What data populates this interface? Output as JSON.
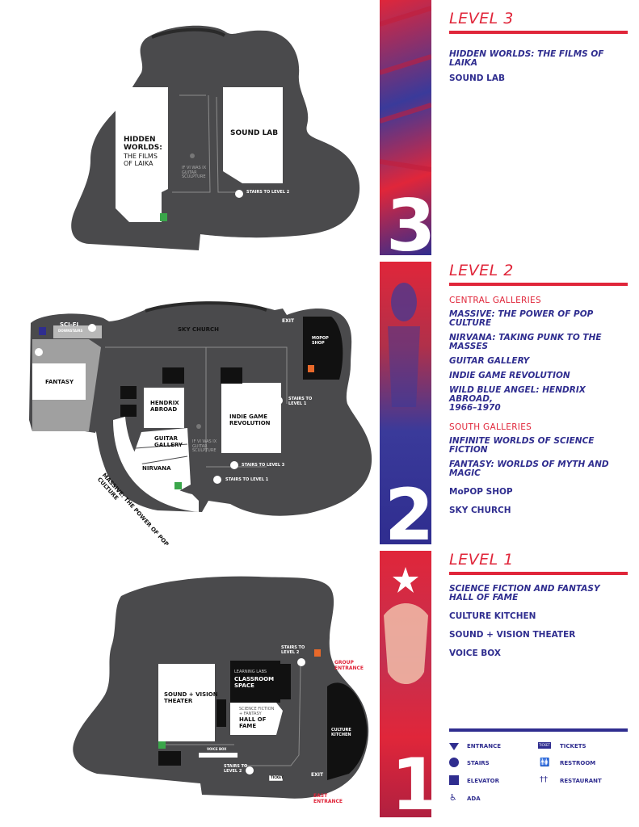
{
  "map": {
    "level3": {
      "hidden_worlds": "HIDDEN\nWORLDS:",
      "films_of": "THE FILMS\nOF LAIKA",
      "sound_lab": "SOUND LAB",
      "sculpture": "IF VI WAS IX\nGUITAR\nSCULPTURE",
      "stairs_to_2": "STAIRS TO LEVEL 2"
    },
    "level2": {
      "scifi": "SCI-FI",
      "downstairs": "DOWNSTAIRS",
      "fantasy": "FANTASY",
      "sky_church": "SKY CHURCH",
      "exit": "EXIT",
      "mopop_shop": "MoPOP\nSHOP",
      "hendrix": "HENDRIX\nABROAD",
      "indie": "INDIE GAME\nREVOLUTION",
      "guitar": "GUITAR\nGALLERY",
      "nirvana": "NIRVANA",
      "massive": "MASSIVE: THE POWER OF POP CULTURE",
      "sculpture": "IF VI WAS IX\nGUITAR\nSCULPTURE",
      "stairs_to_1_right": "STAIRS TO\nLEVEL 1",
      "stairs_to_3": "STAIRS TO LEVEL 3",
      "stairs_to_1": "STAIRS TO LEVEL 1"
    },
    "level1": {
      "stairs_to_2_top": "STAIRS TO\nLEVEL 2",
      "group_entrance": "GROUP\nENTRANCE",
      "learning_labs": "LEARNING LABS",
      "classroom": "CLASSROOM\nSPACE",
      "sound_vision": "SOUND + VISION\nTHEATER",
      "scifi_fantasy": "SCIENCE FICTION\n+ FANTASY",
      "hall_of_fame": "HALL OF\nFAME",
      "culture_kitchen": "CULTURE\nKITCHEN",
      "voice_box": "VOICE BOX",
      "stairs_to_2": "STAIRS TO\nLEVEL 2",
      "tickets": "TICKET",
      "exit": "EXIT",
      "east_entrance": "EAST\nENTRANCE"
    }
  },
  "strips": {
    "level3_number": "3",
    "level2_number": "2",
    "level1_number": "1"
  },
  "legend_panel": {
    "level3": {
      "title": "LEVEL 3",
      "items": [
        "HIDDEN WORLDS: THE FILMS OF LAIKA",
        "SOUND LAB"
      ]
    },
    "level2": {
      "title": "LEVEL 2",
      "central_heading": "CENTRAL GALLERIES",
      "central_items": [
        "MASSIVE: THE POWER OF POP CULTURE",
        "NIRVANA: TAKING PUNK TO THE MASSES",
        "GUITAR GALLERY",
        "INDIE GAME REVOLUTION",
        "WILD BLUE ANGEL: HENDRIX ABROAD,\n1966–1970"
      ],
      "south_heading": "SOUTH GALLERIES",
      "south_items": [
        "INFINITE WORLDS OF SCIENCE FICTION",
        "FANTASY: WORLDS OF MYTH AND MAGIC"
      ],
      "other_items": [
        "MoPOP SHOP",
        "SKY CHURCH"
      ]
    },
    "level1": {
      "title": "LEVEL 1",
      "items_italic": [
        "SCIENCE FICTION AND FANTASY\nHALL OF FAME"
      ],
      "items": [
        "CULTURE KITCHEN",
        "SOUND + VISION THEATER",
        "VOICE BOX"
      ]
    }
  },
  "key": {
    "entrance": "ENTRANCE",
    "tickets_icon": "TICKET",
    "tickets": "TICKETS",
    "stairs": "STAIRS",
    "restroom": "RESTROOM",
    "elevator": "ELEVATOR",
    "restaurant": "RESTAURANT",
    "ada": "ADA"
  },
  "colors": {
    "floor": "#4a4a4c",
    "accent_red": "#e0263a",
    "accent_blue": "#2f2d8f",
    "elevator_green": "#3aa64a",
    "restaurant_orange": "#e8692a"
  }
}
